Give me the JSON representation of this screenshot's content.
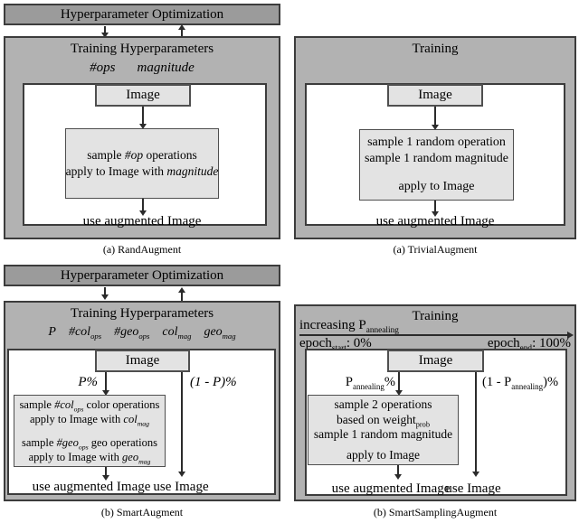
{
  "figure": {
    "colors": {
      "hyperopt_fill": "#9b9b9b",
      "panel_fill": "#b2b2b2",
      "box_fill": "#e3e3e3",
      "border_dark": "#3c3c3c",
      "border_mid": "#4f4f4f",
      "arrow": "#2b2b2b"
    },
    "panels": {
      "rand": {
        "hyperopt": "Hyperparameter Optimization",
        "title": "Training Hyperparameters",
        "params": [
          "*#ops*",
          "*magnitude*"
        ],
        "image": "Image",
        "box": [
          "sample *#op* operations",
          "apply to Image with *magnitude*"
        ],
        "output": "use augmented Image",
        "caption": "(a) RandAugment"
      },
      "trivial": {
        "title": "Training",
        "image": "Image",
        "box": [
          "sample 1 random operation",
          "sample 1 random magnitude",
          "apply to Image"
        ],
        "output": "use augmented Image",
        "caption": "(a) TrivialAugment"
      },
      "smart": {
        "hyperopt": "Hyperparameter Optimization",
        "title": "Training Hyperparameters",
        "params": [
          "*P*",
          "*#col~ops~*",
          "*#geo~ops~*",
          "*col~mag~*",
          "*geo~mag~*"
        ],
        "image": "Image",
        "left_label": "*P%*",
        "right_label": "*(1 - P)%*",
        "box": [
          "sample *#col~ops~* color operations",
          "apply to Image with *col~mag~*",
          "sample *#geo~ops~* geo operations",
          "apply to Image with *geo~mag~*"
        ],
        "output_left": "use augmented Image",
        "output_right": "use Image",
        "caption": "(b) SmartAugment"
      },
      "smart_sampling": {
        "title": "Training",
        "annealing_label": "increasing P~annealing~",
        "epoch_start": "epoch~start~: 0%",
        "epoch_end": "epoch~end~: 100%",
        "image": "Image",
        "left_label": "P~annealing~%",
        "right_label": "(1 - P~annealing~)%",
        "box": [
          "sample 2 operations",
          "based on weight~prob~",
          "sample 1 random magnitude",
          "apply to Image"
        ],
        "output_left": "use augmented Image",
        "output_right": "use Image",
        "caption": "(b) SmartSamplingAugment"
      }
    }
  }
}
